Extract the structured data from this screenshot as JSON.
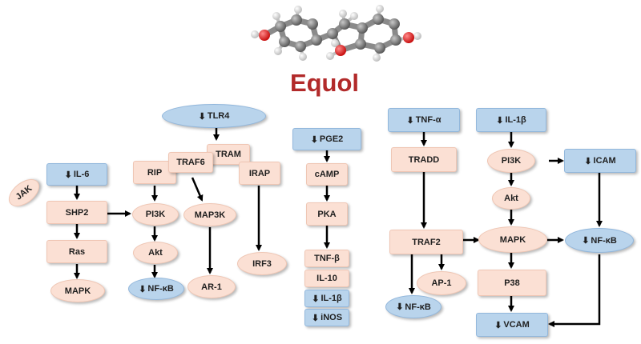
{
  "title": "Equol",
  "molecule": {
    "name": "equol-molecule-model",
    "oxygen_color": "#e02020",
    "carbon_color": "#8a8a8a",
    "hydrogen_color": "#f4f4f4"
  },
  "colors": {
    "pink": "#fbe0d4",
    "blue": "#b9d4ec",
    "title": "#b22a2a",
    "arrow": "#000000"
  },
  "down_arrow_symbol": "⬇",
  "nodes": {
    "tlr4": "TLR4",
    "tram": "TRAM",
    "traf6": "TRAF6",
    "rip": "RIP",
    "irap": "IRAP",
    "pi3k_left": "PI3K",
    "map3k": "MAP3K",
    "akt_left": "Akt",
    "nfkb_left": "NF-κB",
    "ar1": "AR-1",
    "irf3": "IRF3",
    "jak": "JAK",
    "il6": "IL-6",
    "shp2": "SHP2",
    "ras": "Ras",
    "mapk_left": "MAPK",
    "pge2": "PGE2",
    "camp": "cAMP",
    "pka": "PKA",
    "tnfb": "TNF-β",
    "il10": "IL-10",
    "il1b_mid": "IL-1β",
    "inos": "iNOS",
    "tnfa": "TNF-α",
    "tradd": "TRADD",
    "traf2": "TRAF2",
    "ap1": "AP-1",
    "nfkb_traf2": "NF-κB",
    "il1b_right": "IL-1β",
    "pi3k_right": "PI3K",
    "akt_right": "Akt",
    "mapk_right": "MAPK",
    "p38": "P38",
    "vcam": "VCAM",
    "icam": "ICAM",
    "nfkb_right": "NF-κB"
  }
}
